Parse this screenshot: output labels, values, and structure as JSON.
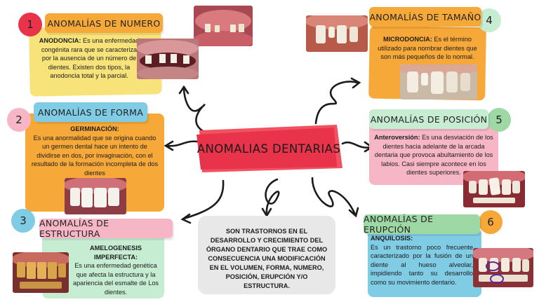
{
  "main_title": "ANOMALIAS DENTARIAS",
  "center_note": "SON TRASTORNOS EN EL DESARROLLO Y CRECIMIENTO DEL ÓRGANO DENTARIO QUE TRAE COMO CONSECUENCIA UNA MODIFICACIÓN EN EL VOLUMEN, FORMA, NUMERO, POSICIÓN, ERUPCIÓN Y/O ESTRUCTURA.",
  "sections": [
    {
      "number": "1",
      "title": "ANOMALÍAS DE NUMERO",
      "term": "ANODONCIA:",
      "text": "Es una enfermedad congénita rara que se caracteriza por la ausencia de un número de dientes. Existen dos tipos, la anodoncia total y la parcial."
    },
    {
      "number": "2",
      "title": "ANOMALÍAS DE FORMA",
      "term": "GERMINACIÓN:",
      "text": "Es una anormalidad que se origina cuando un germen dental hace un intento de dividirse en dos, por invaginación, con el resultado de la formación incompleta de dos dientes"
    },
    {
      "number": "3",
      "title": "ANOMALÍAS DE ESTRUCTURA",
      "term": "AMELOGENESIS IMPERFECTA:",
      "text": "Es una enfermedad genética que afecta la estructura y la apariencia del esmalte de Los dientes."
    },
    {
      "number": "4",
      "title": "ANOMALÍAS DE TAMAÑO",
      "term": "MICRODONCIA:",
      "text": "Es el término utilizado para nombrar dientes que son más pequeños de lo normal."
    },
    {
      "number": "5",
      "title": "ANOMALÍAS DE POSICIÓN",
      "term": "Anteroversión:",
      "text": "Es una desviación de los dientes hacia adelante de la arcada dentaria que provoca abultamiento de los labios. Casi siempre acontece en los dientes superiores."
    },
    {
      "number": "6",
      "title": "ANOMALÍAS DE ERUPCIÓN",
      "term": "ANQUILOSIS:",
      "text": "Es un trastorno poco frecuente caracterizado por la fusión de un diente al hueso alveolar, impidiendo tanto su desarrollo como su movimiento dentario."
    }
  ],
  "colors": {
    "red": "#e8334a",
    "orange": "#f6a938",
    "yellow_card": "#f7e37a",
    "pink": "#f6b6c6",
    "blue": "#7fcce4",
    "green": "#9dd8a5",
    "mint": "#c6ecd2",
    "gray": "#e8e8e8",
    "purple_mark": "#5a2a9a"
  },
  "icons": [
    "curly-arrow-icon",
    "tooth-photo"
  ]
}
